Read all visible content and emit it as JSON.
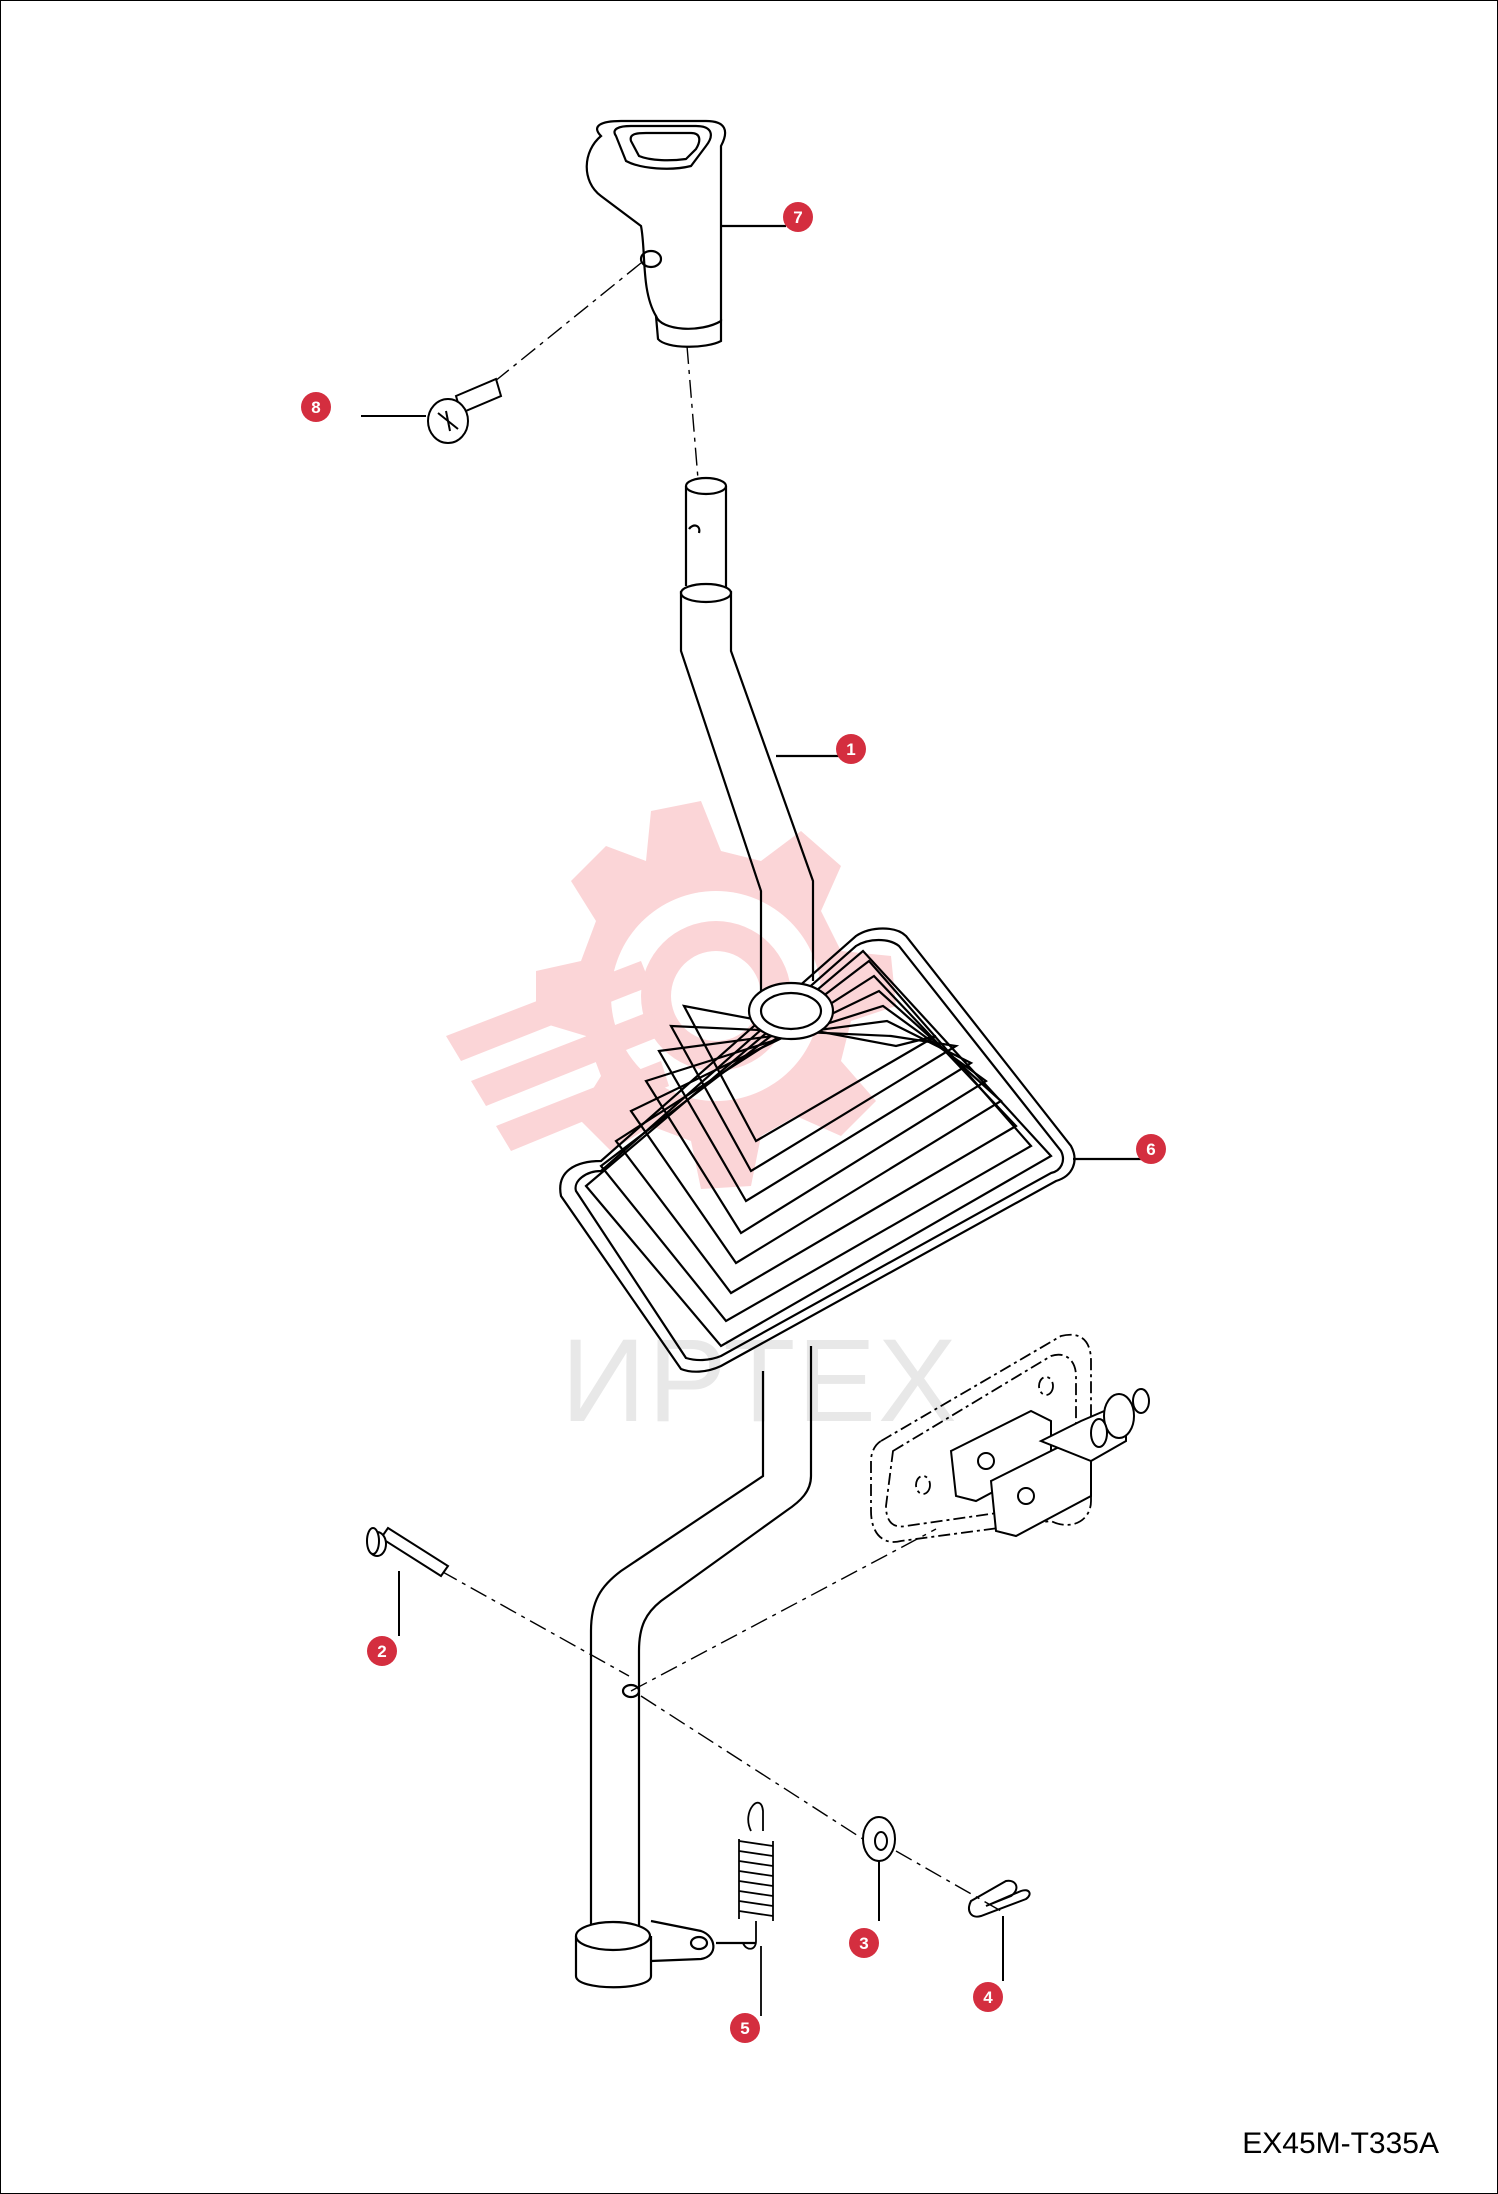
{
  "drawing_code": "EX45M-T335A",
  "watermark": {
    "text": "ИРТЕХ",
    "logo_color": "#f9c5c8"
  },
  "callout_color": "#d42e3f",
  "callouts": [
    {
      "id": "1",
      "label": "1",
      "part": "shift-lever"
    },
    {
      "id": "2",
      "label": "2",
      "part": "pin"
    },
    {
      "id": "3",
      "label": "3",
      "part": "washer"
    },
    {
      "id": "4",
      "label": "4",
      "part": "clip"
    },
    {
      "id": "5",
      "label": "5",
      "part": "spring"
    },
    {
      "id": "6",
      "label": "6",
      "part": "boot"
    },
    {
      "id": "7",
      "label": "7",
      "part": "knob"
    },
    {
      "id": "8",
      "label": "8",
      "part": "screw"
    }
  ]
}
